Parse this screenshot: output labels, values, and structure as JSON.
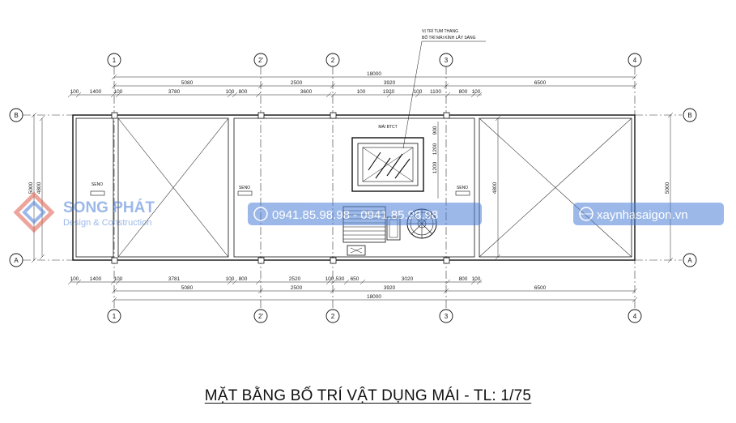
{
  "title": "MẶT BẰNG BỐ TRÍ VẬT DỤNG MÁI - TL: 1/75",
  "annotation": {
    "line1": "VỊ TRÍ TUM THANG",
    "line2": "BỐ TRÍ MÁI KÍNH LẤY SÁNG"
  },
  "axes": {
    "columns": [
      "1",
      "2'",
      "2",
      "3",
      "4"
    ],
    "rows": [
      "A",
      "B"
    ]
  },
  "dims_top": {
    "overall": "18000",
    "row2": [
      "5080",
      "2500",
      "3920",
      "6500"
    ],
    "row3": [
      "100",
      "1400",
      "100",
      "3780",
      "100",
      "800",
      "3600",
      "100",
      "1920",
      "100",
      "1100",
      "800",
      "100"
    ]
  },
  "dims_bottom": {
    "overall": "18000",
    "row2": [
      "5080",
      "2500",
      "3920",
      "6500"
    ],
    "row3": [
      "100",
      "1400",
      "100",
      "3781",
      "100",
      "800",
      "2520",
      "100",
      "530",
      "650",
      "3020",
      "800",
      "100"
    ]
  },
  "dims_side": {
    "left_outer": "5000",
    "left_inner": "4800",
    "right_inner": "4800",
    "right_outer": "5000",
    "mid_stack": [
      "900",
      "1200",
      "1200"
    ]
  },
  "labels": {
    "seno": "SENO",
    "roof_glass": "MÁI BTCT"
  },
  "watermark": {
    "brand": "SONG PHÁT",
    "tagline": "Design & Construction",
    "phone": "0941.85.98.98 - 0941.85.98.98",
    "website": "xaynhasaigon.vn"
  },
  "colors": {
    "line": "#111111",
    "watermark": "#4a7fd8"
  }
}
